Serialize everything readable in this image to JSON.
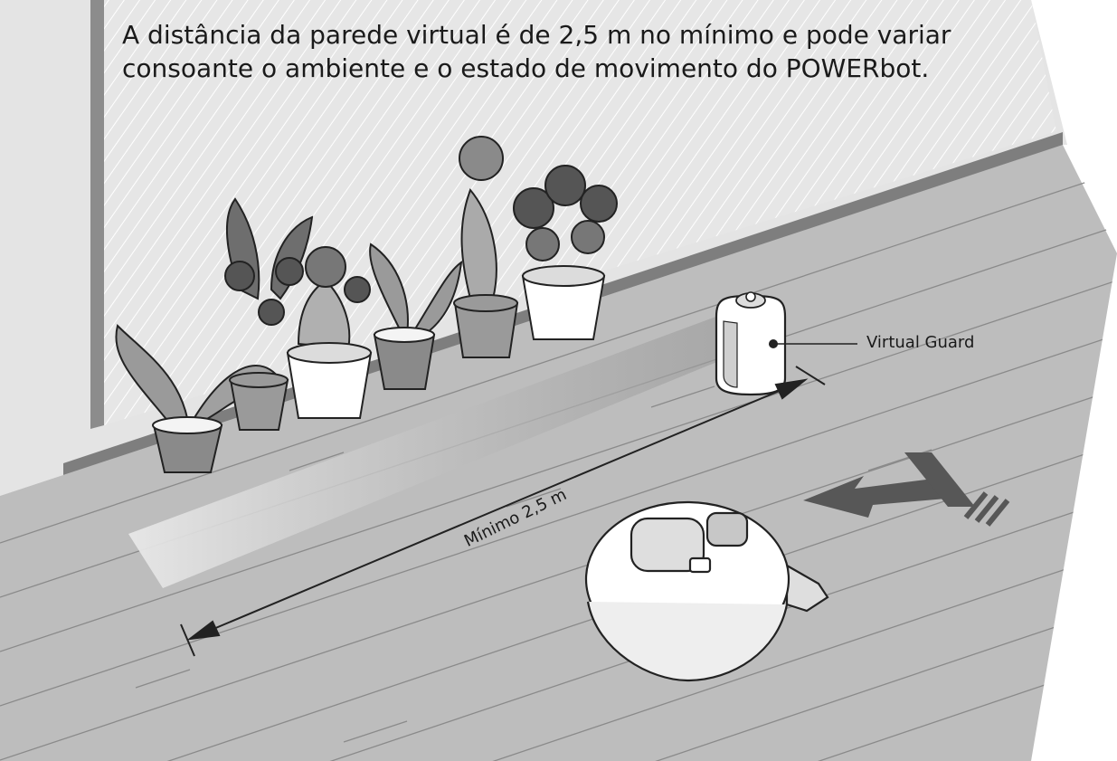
{
  "caption": {
    "line1": "A distância da parede virtual é de 2,5 m no mínimo e pode variar",
    "line2": "consoante o ambiente e o estado de movimento do POWERbot."
  },
  "labels": {
    "virtual_guard": "Virtual Guard",
    "distance": "Mínimo 2,5 m"
  },
  "colors": {
    "wall": "#e4e4e4",
    "floor": "#bdbdbd",
    "floor_lines": "#8a8a8a",
    "baseboard": "#7e7e7e",
    "arrow": "#575757",
    "device": "#ffffff",
    "outline": "#222222"
  }
}
